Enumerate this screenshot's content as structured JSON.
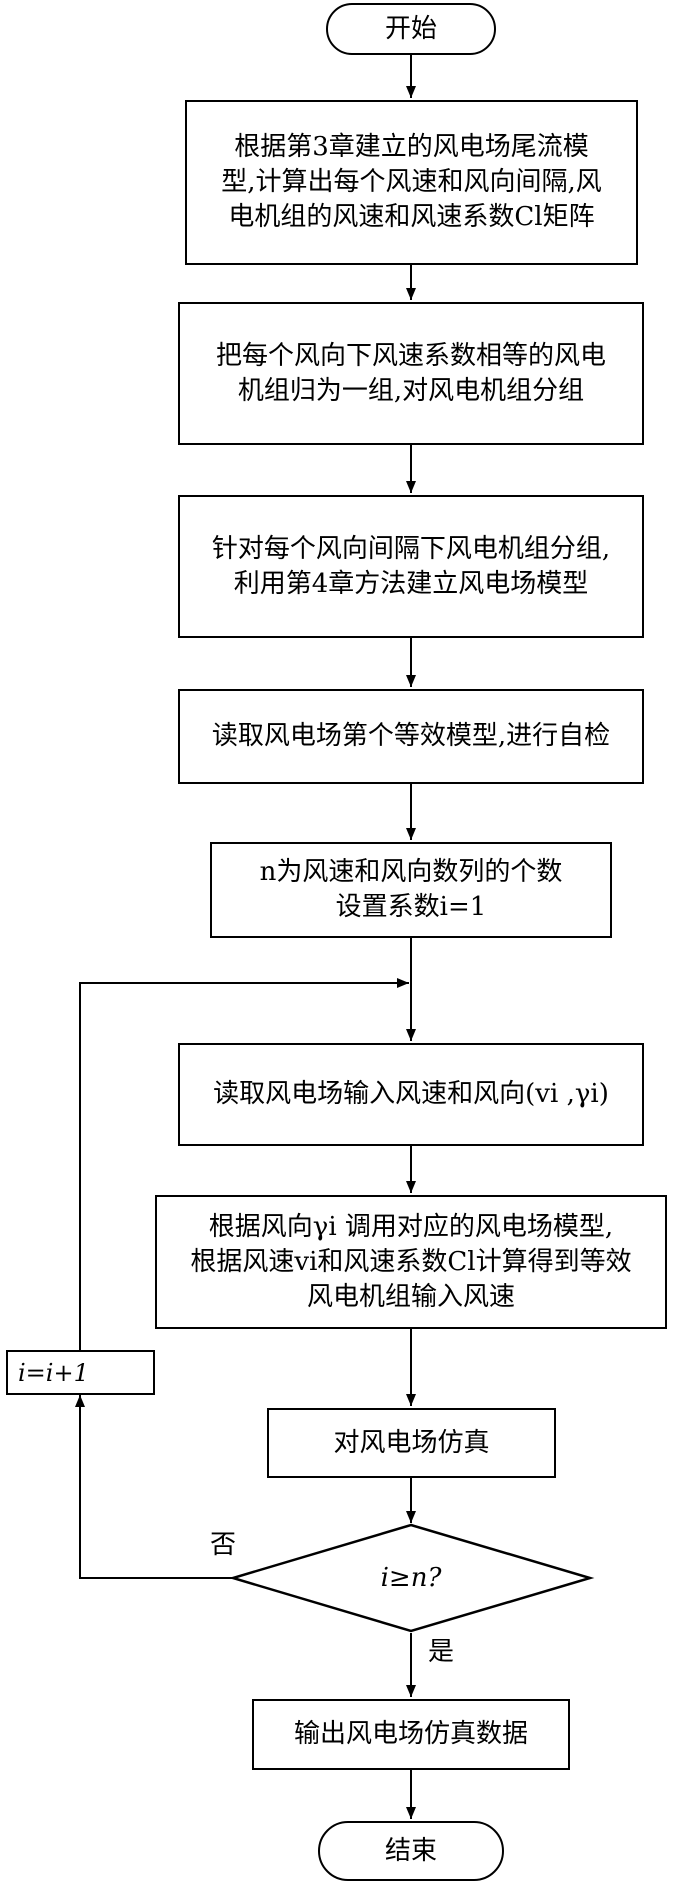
{
  "nodes": {
    "start": "开始",
    "step1": [
      "根据第3章建立的风电场尾流模",
      "型,计算出每个风速和风向间隔,风",
      "电机组的风速和风速系数Cl矩阵"
    ],
    "step2": [
      "把每个风向下风速系数相等的风电",
      "机组归为一组,对风电机组分组"
    ],
    "step3": [
      "针对每个风向间隔下风电机组分组,",
      "利用第4章方法建立风电场模型"
    ],
    "step4": [
      "读取风电场第个等效模型,进行自检"
    ],
    "step5": [
      "n为风速和风向数列的个数",
      "设置系数i=1"
    ],
    "step6": [
      "读取风电场输入风速和风向(vi ,γi)"
    ],
    "step7": [
      "根据风向γi 调用对应的风电场模型,",
      "根据风速vi和风速系数Cl计算得到等效",
      "风电机组输入风速"
    ],
    "step8": "对风电场仿真",
    "decision": "i≥n?",
    "step9": "输出风电场仿真数据",
    "end": "结束",
    "counter": "i=i+1"
  },
  "labels": {
    "no": "否",
    "yes": "是"
  }
}
